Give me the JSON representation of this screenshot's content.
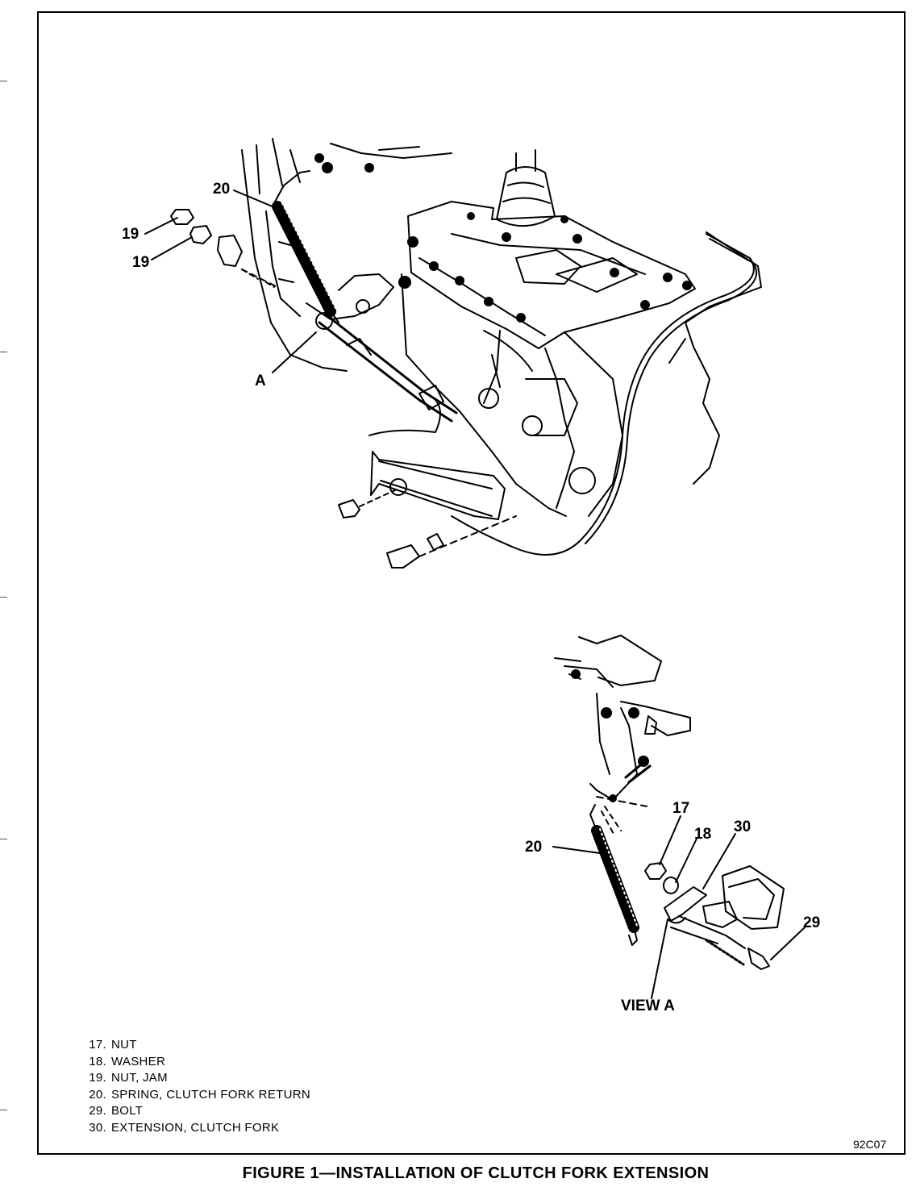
{
  "callouts": {
    "c20_main": "20",
    "c19_a": "19",
    "c19_b": "19",
    "cA": "A",
    "c17": "17",
    "c18": "18",
    "c30": "30",
    "c20_view": "20",
    "c29": "29",
    "view_a": "VIEW A"
  },
  "legend": [
    {
      "num": "17.",
      "label": "NUT"
    },
    {
      "num": "18.",
      "label": "WASHER"
    },
    {
      "num": "19.",
      "label": "NUT, JAM"
    },
    {
      "num": "20.",
      "label": "SPRING, CLUTCH FORK RETURN"
    },
    {
      "num": "29.",
      "label": "BOLT"
    },
    {
      "num": "30.",
      "label": "EXTENSION, CLUTCH FORK"
    }
  ],
  "figure_code": "92C07",
  "caption": "FIGURE 1—INSTALLATION OF CLUTCH FORK EXTENSION"
}
